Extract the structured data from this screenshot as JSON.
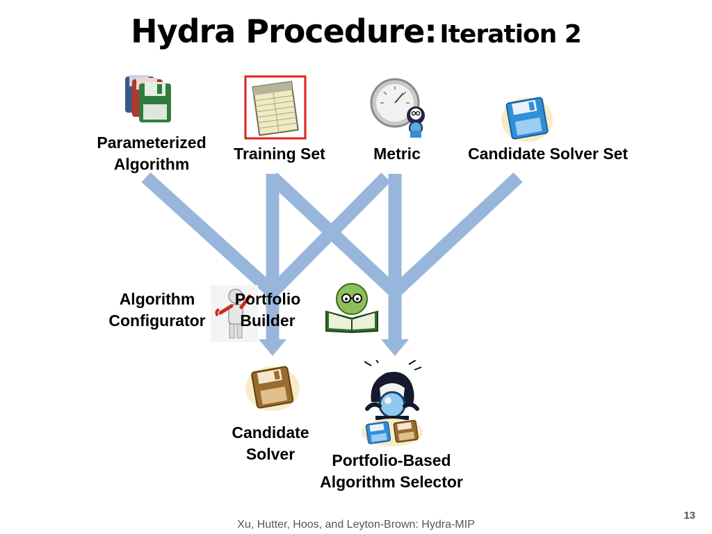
{
  "title": {
    "main": "Hydra Procedure:",
    "sub": "Iteration 2"
  },
  "inputs": {
    "parameterized_algorithm": "Parameterized\nAlgorithm",
    "training_set": "Training Set",
    "metric": "Metric",
    "candidate_solver_set": "Candidate Solver Set"
  },
  "processes": {
    "algorithm_configurator": "Algorithm\nConfigurator",
    "portfolio_builder": "Portfolio\nBuilder"
  },
  "outputs": {
    "candidate_solver": "Candidate\nSolver",
    "portfolio_selector": "Portfolio-Based\nAlgorithm Selector"
  },
  "footer": {
    "citation": "Xu, Hutter, Hoos, and Leyton-Brown: Hydra-MIP",
    "page_number": "13"
  },
  "icons": {
    "parameterized_algorithm": "stacked-floppy-disks-icon",
    "training_set": "spreadsheet-icon",
    "metric": "speedometer-icon",
    "candidate_solver_set": "blue-floppy-disk-icon",
    "algorithm_configurator": "robot-with-wrench-icon",
    "portfolio_builder": "reading-book-icon",
    "candidate_solver": "brown-floppy-disk-icon",
    "portfolio_selector": "fortune-teller-crystal-ball-icon"
  },
  "colors": {
    "arrow": "#98B6DB",
    "highlight_box": "#E0201B"
  }
}
